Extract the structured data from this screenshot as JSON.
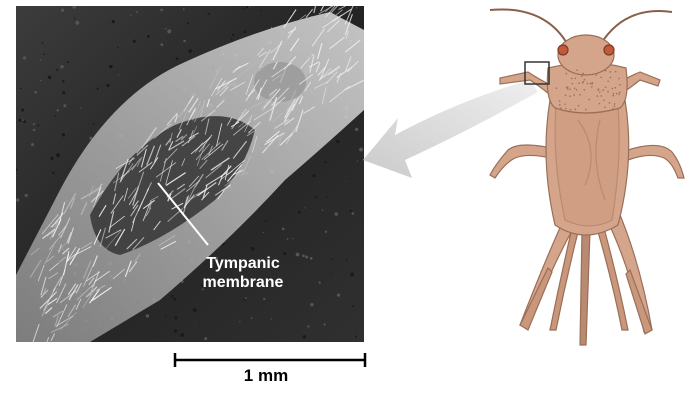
{
  "labels": {
    "membrane_line1": "Tympanic",
    "membrane_line2": "membrane",
    "scale_bar": "1 mm"
  },
  "colors": {
    "micrograph_dark": "#2a2a2a",
    "leg_light": "#cfcfcf",
    "arrow": "#d3d3d3",
    "cricket_body": "#d4a58a",
    "cricket_outline": "#9a6e57",
    "cricket_shade": "#b98a72",
    "inset_box": "#333333"
  }
}
